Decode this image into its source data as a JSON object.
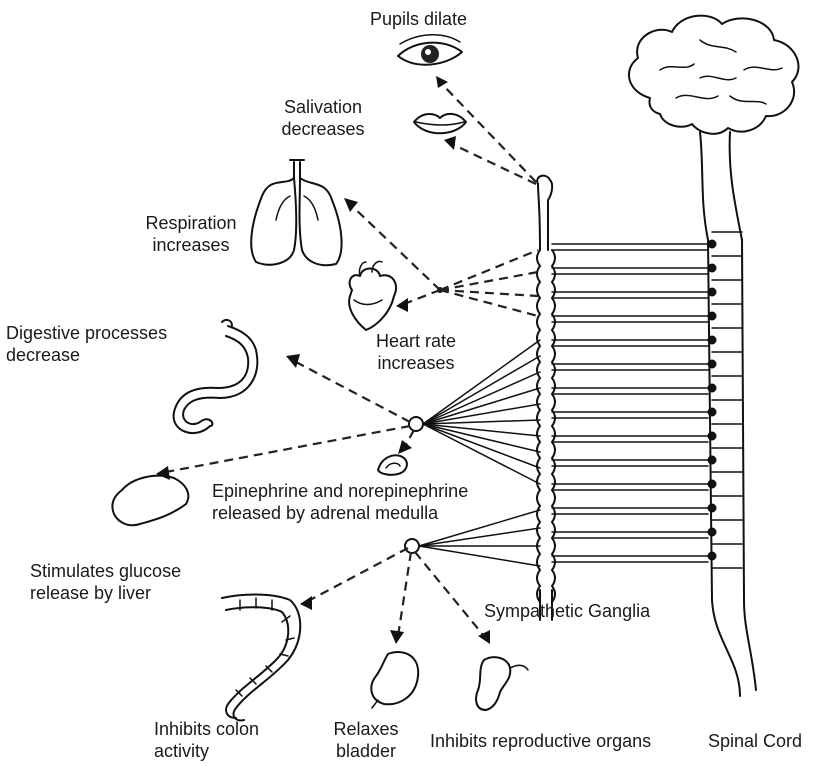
{
  "labels": {
    "pupils": "Pupils dilate",
    "salivation_1": "Salivation",
    "salivation_2": "decreases",
    "respiration_1": "Respiration",
    "respiration_2": "increases",
    "digestive_1": "Digestive processes",
    "digestive_2": "decrease",
    "heart_1": "Heart rate",
    "heart_2": "increases",
    "epi_1": "Epinephrine and norepinephrine",
    "epi_2": "released by adrenal medulla",
    "glucose_1": "Stimulates glucose",
    "glucose_2": "release by liver",
    "ganglia": "Sympathetic Ganglia",
    "colon_1": "Inhibits colon",
    "colon_2": "activity",
    "bladder_1": "Relaxes",
    "bladder_2": "bladder",
    "reproductive": "Inhibits reproductive organs",
    "spinal": "Spinal Cord"
  }
}
